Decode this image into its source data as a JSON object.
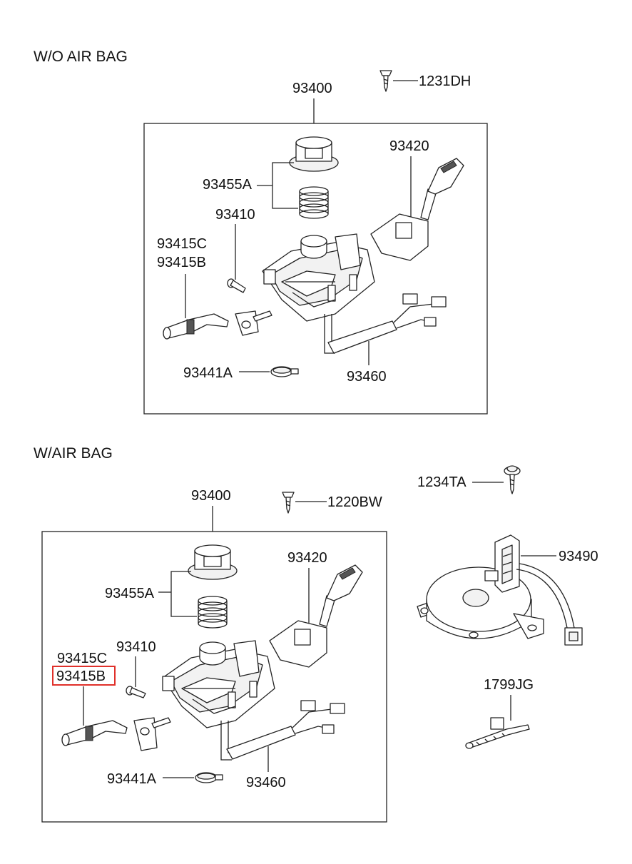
{
  "sections": {
    "wo_airbag": {
      "title": "W/O AIR BAG",
      "labels": {
        "assy": "93400",
        "screw": "1231DH",
        "switch": "93420",
        "cap_spring": "93455A",
        "pin": "93410",
        "lever_c": "93415C",
        "lever_b": "93415B",
        "clip": "93441A",
        "harness": "93460"
      }
    },
    "w_airbag": {
      "title": "W/AIR BAG",
      "labels": {
        "assy": "93400",
        "screw": "1220BW",
        "screw2": "1234TA",
        "switch": "93420",
        "cap_spring": "93455A",
        "pin": "93410",
        "lever_c": "93415C",
        "lever_b": "93415B",
        "clip": "93441A",
        "harness": "93460",
        "clock_spring": "93490",
        "tie": "1799JG"
      },
      "highlighted": "93415B",
      "highlight_color": "#e0302a"
    }
  }
}
